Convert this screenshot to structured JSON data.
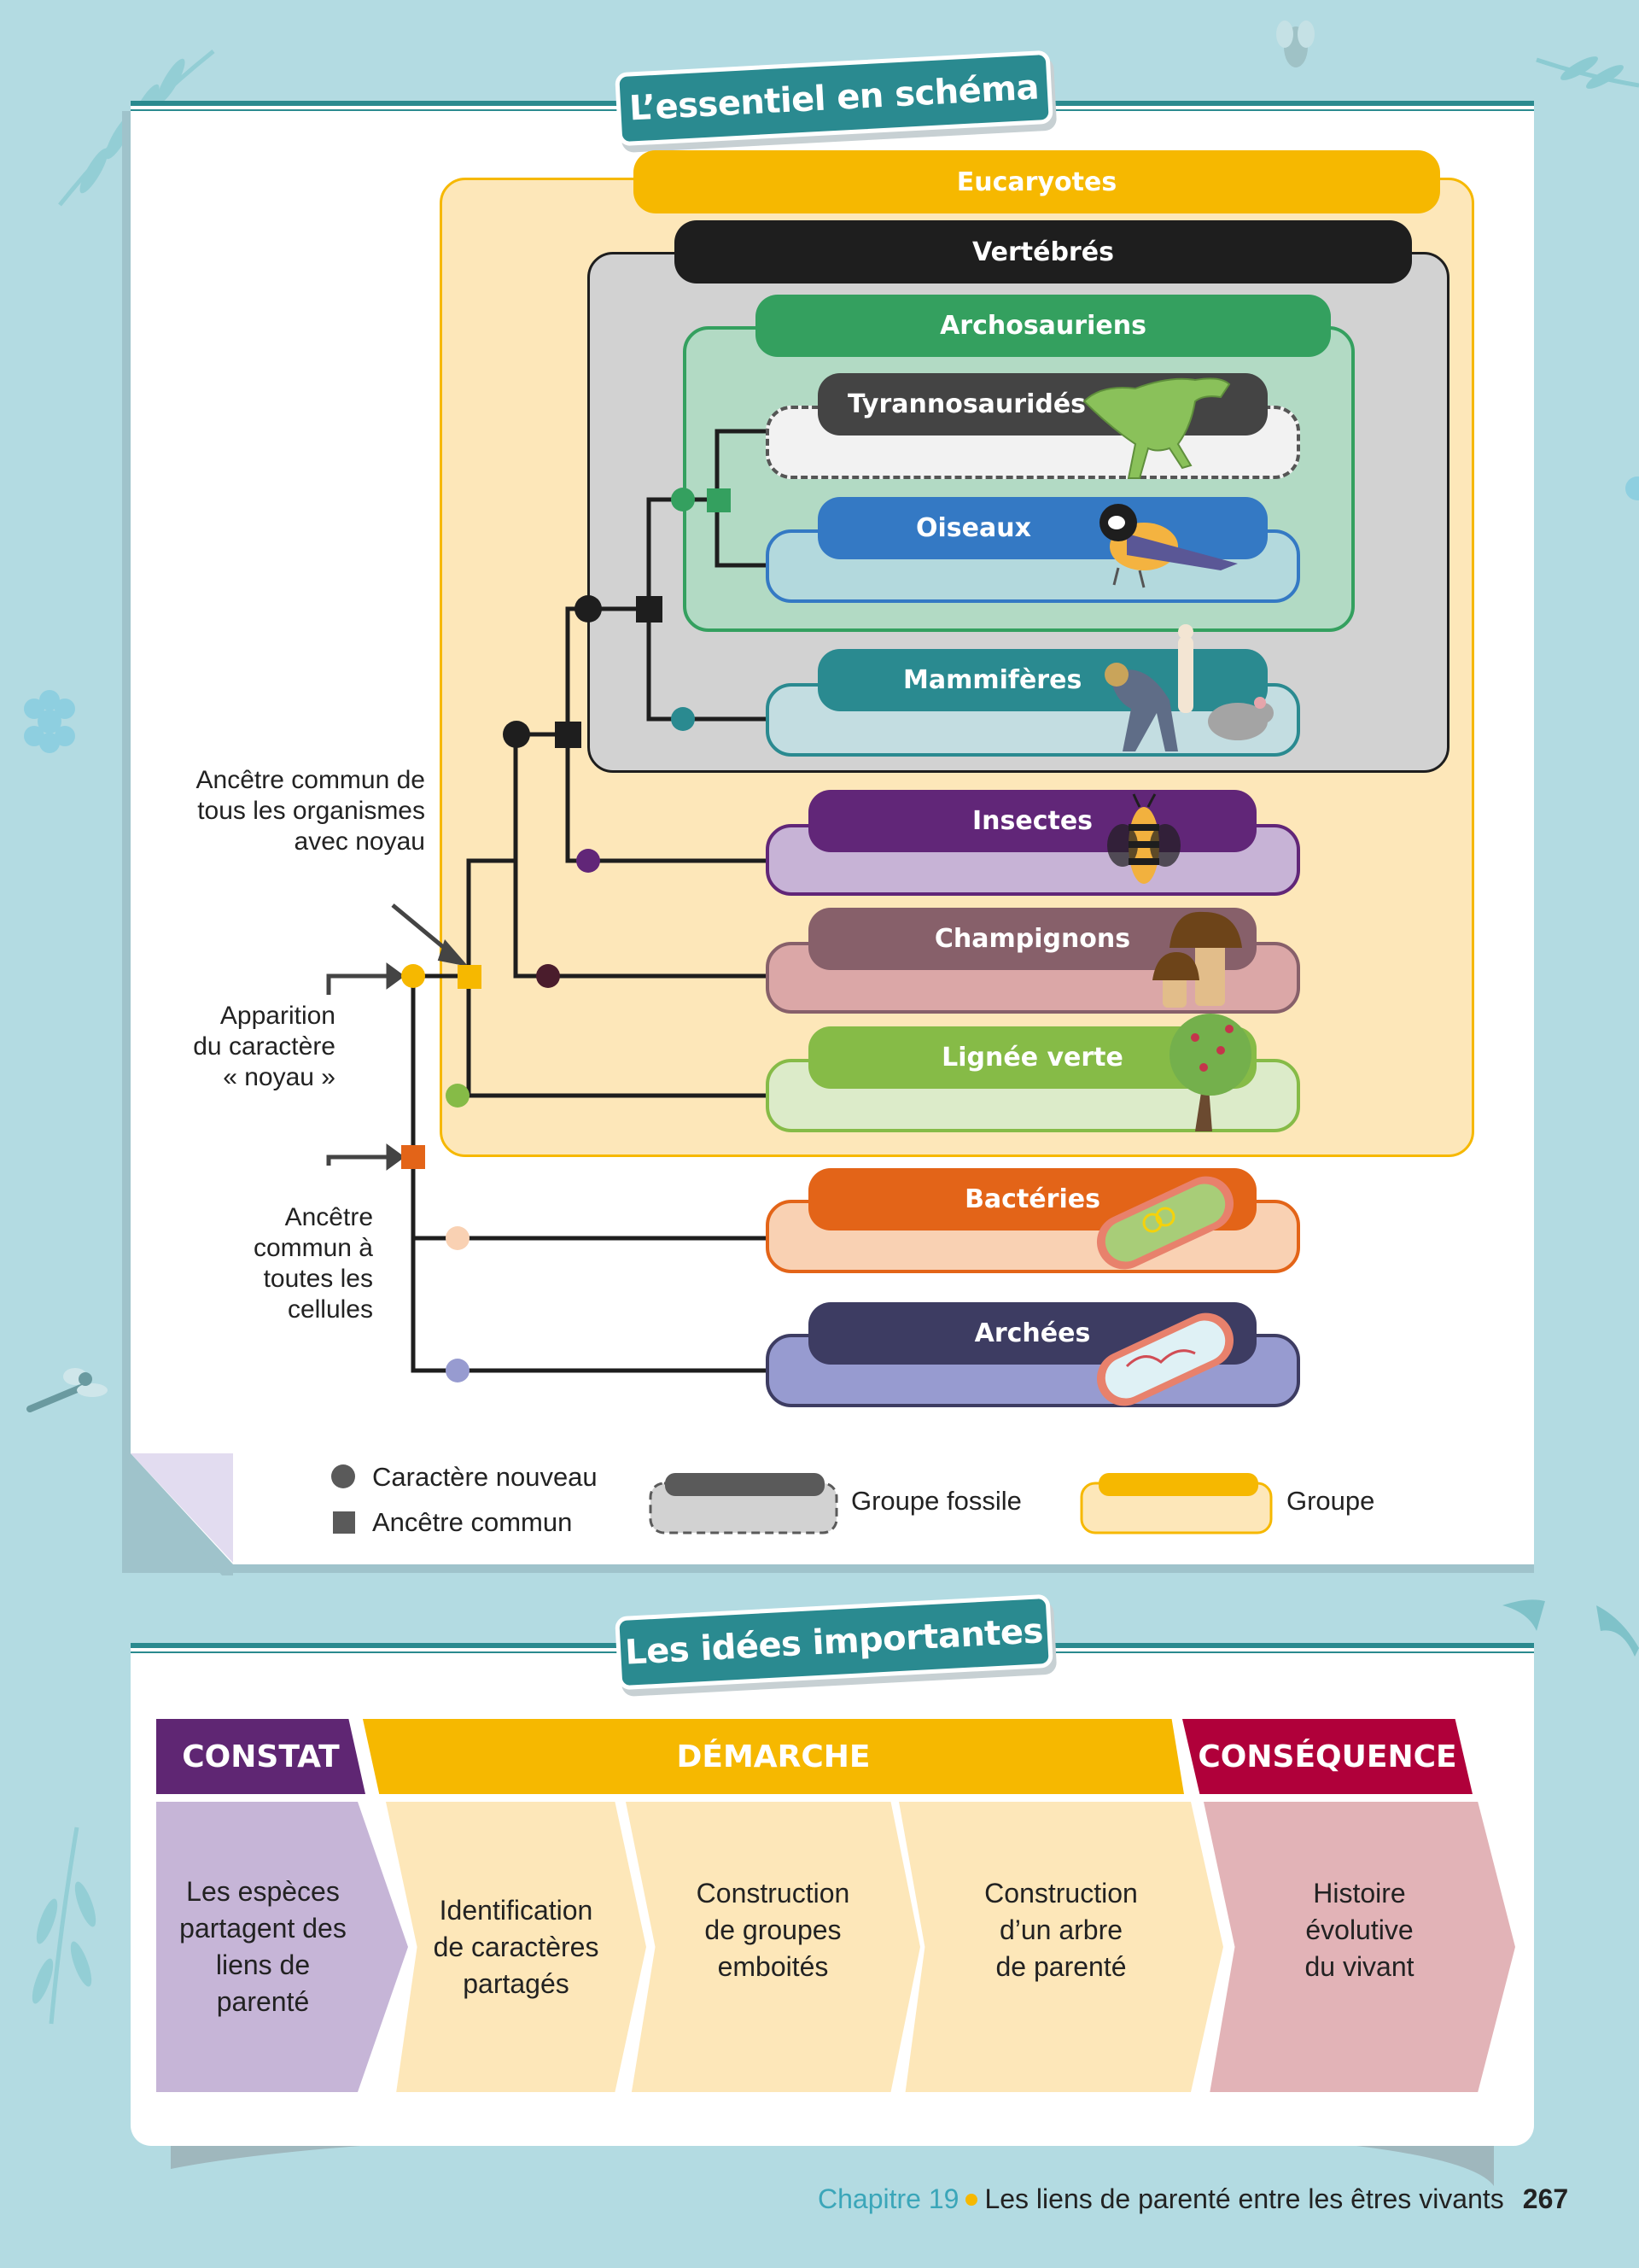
{
  "section1": {
    "title": "L’essentiel en schéma",
    "groups": {
      "eucaryotes": {
        "label": "Eucaryotes",
        "color": "#f6b800",
        "fill": "#fde7b9"
      },
      "vertebres": {
        "label": "Vertébrés",
        "color": "#1e1e1e",
        "fill": "#d2d2d2"
      },
      "archosauriens": {
        "label": "Archosauriens",
        "color": "#34a05f",
        "fill": "#b2dac4"
      }
    },
    "taxa": [
      {
        "id": "tyrannosaurides",
        "label": "Tyrannosauridés",
        "pill_color": "#444444",
        "fill": "#f2f2f2",
        "border": "#555555",
        "fossil": true,
        "icon": "dinosaur-icon"
      },
      {
        "id": "oiseaux",
        "label": "Oiseaux",
        "pill_color": "#3479c4",
        "fill": "#b3d9dd",
        "border": "#3479c4",
        "fossil": false,
        "icon": "bird-icon"
      },
      {
        "id": "mammiferes",
        "label": "Mammifères",
        "pill_color": "#2a8a90",
        "fill": "#c3dde1",
        "border": "#2a8a90",
        "fossil": false,
        "icon": "mammals-icon"
      },
      {
        "id": "insectes",
        "label": "Insectes",
        "pill_color": "#612678",
        "fill": "#c7b3d6",
        "border": "#612678",
        "fossil": false,
        "icon": "bee-icon"
      },
      {
        "id": "champignons",
        "label": "Champignons",
        "pill_color": "#87606a",
        "fill": "#dba7a7",
        "border": "#87606a",
        "fossil": false,
        "icon": "mushroom-icon"
      },
      {
        "id": "lignee-verte",
        "label": "Lignée verte",
        "pill_color": "#86bb47",
        "fill": "#dcebc9",
        "border": "#86bb47",
        "fossil": false,
        "icon": "tree-icon"
      },
      {
        "id": "bacteries",
        "label": "Bactéries",
        "pill_color": "#e36418",
        "fill": "#f9d1b3",
        "border": "#e36418",
        "fossil": false,
        "icon": "bacterium-icon"
      },
      {
        "id": "archees",
        "label": "Archées",
        "pill_color": "#3d3c62",
        "fill": "#979bd0",
        "border": "#3d3c62",
        "fossil": false,
        "icon": "archaea-icon"
      }
    ],
    "annotations": {
      "ancestor_nucleus": [
        "Ancêtre commun de",
        "tous les organismes",
        "avec noyau"
      ],
      "nucleus_appearance": [
        "Apparition",
        "du caractère",
        "« noyau »"
      ],
      "ancestor_cells": [
        "Ancêtre",
        "commun à",
        "toutes les",
        "cellules"
      ]
    },
    "legend": {
      "new_character": "Caractère nouveau",
      "common_ancestor": "Ancêtre commun",
      "fossil_group": "Groupe fossile",
      "group": "Groupe"
    }
  },
  "section2": {
    "title": "Les idées importantes",
    "headers": [
      {
        "label": "CONSTAT",
        "color": "#5f2673"
      },
      {
        "label": "DÉMARCHE",
        "color": "#f6b800"
      },
      {
        "label": "CONSÉQUENCE",
        "color": "#b0003a"
      }
    ],
    "steps": [
      {
        "text": [
          "Les espèces",
          "partagent des",
          "liens de",
          "parenté"
        ],
        "color": "#c6b5d7"
      },
      {
        "text": [
          "Identification",
          "de caractères",
          "partagés"
        ],
        "color": "#fde7b9"
      },
      {
        "text": [
          "Construction",
          "de groupes",
          "emboités"
        ],
        "color": "#fde7b9"
      },
      {
        "text": [
          "Construction",
          "d’un arbre",
          "de parenté"
        ],
        "color": "#fde7b9"
      },
      {
        "text": [
          "Histoire",
          "évolutive",
          "du vivant"
        ],
        "color": "#e2b3b7"
      }
    ]
  },
  "footer": {
    "chapter": "Chapitre 19",
    "title": "Les liens de parenté entre les êtres vivants",
    "page": "267"
  }
}
